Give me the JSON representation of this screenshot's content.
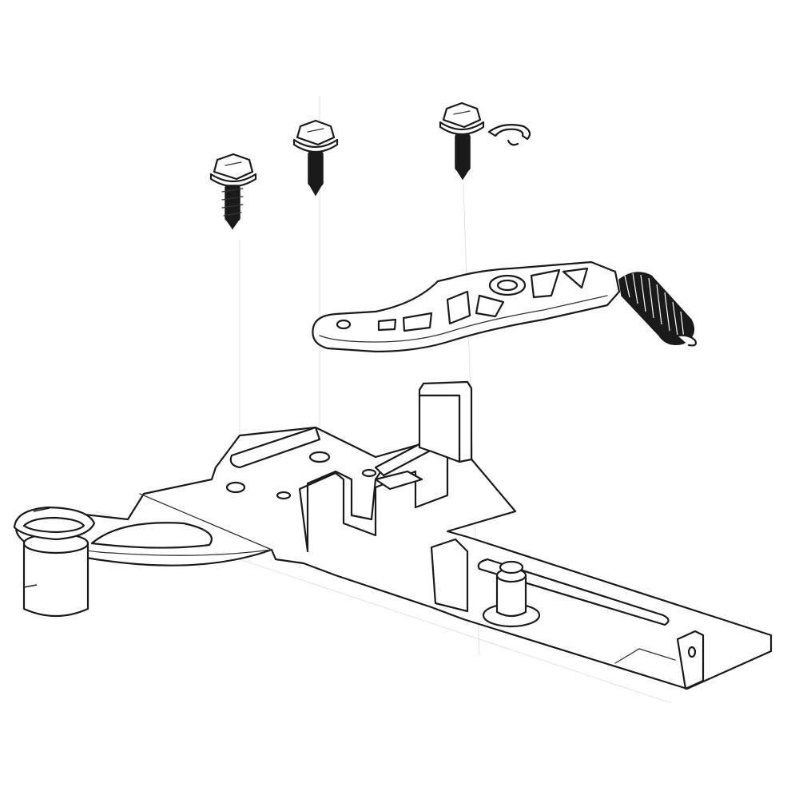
{
  "diagram": {
    "type": "exploded-parts-line-drawing",
    "line_color": "#1a1a1a",
    "background_color": "#ffffff",
    "parts": [
      "screw",
      "screw",
      "screw",
      "e-clip",
      "lever-arm",
      "spring",
      "base-plate",
      "bracket",
      "pivot-pin",
      "cylinder-post",
      "retaining-ring"
    ]
  }
}
